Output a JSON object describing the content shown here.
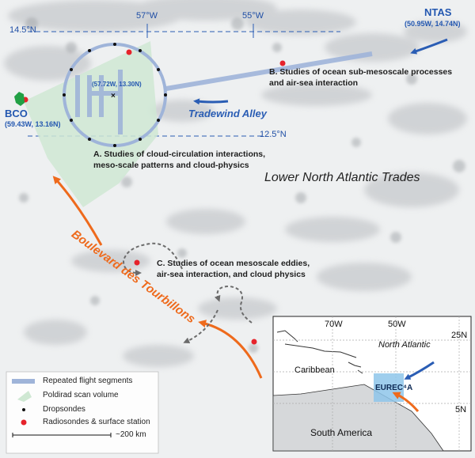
{
  "map": {
    "lat_labels": [
      "14.5°N",
      "12.5°N"
    ],
    "lon_labels": [
      "57°W",
      "55°W"
    ],
    "region_label": "Lower North Atlantic Trades",
    "route_tradewind": "Tradewind Alley",
    "route_boulevard": "Boulevard des Tourbillons",
    "circle_center_label": "(57.72W, 13.30N)"
  },
  "sites": {
    "bco": {
      "name": "BCO",
      "coord": "(59.43W, 13.16N)"
    },
    "ntas": {
      "name": "NTAS",
      "coord": "(50.95W, 14.74N)"
    }
  },
  "annotations": {
    "a_line1": "A. Studies of cloud-circulation interactions,",
    "a_line2": "meso-scale patterns and cloud-physics",
    "b_line1": "B. Studies of ocean sub-mesoscale processes",
    "b_line2": "and air-sea interaction",
    "c_line1": "C. Studies of ocean mesoscale eddies,",
    "c_line2": "air-sea interaction, and cloud physics"
  },
  "legend": {
    "items": [
      {
        "label": "Repeated flight segments",
        "icon": "flight-segment-line"
      },
      {
        "label": "Poldirad scan volume",
        "icon": "scan-volume-shape"
      },
      {
        "label": "Dropsondes",
        "icon": "dropsonde-dot"
      },
      {
        "label": "Radiosondes & surface station",
        "icon": "radiosonde-dot"
      }
    ],
    "scale": "~200 km"
  },
  "inset": {
    "lon_labels": [
      "70W",
      "50W"
    ],
    "lat_labels": [
      "25N",
      "5N"
    ],
    "north_atlantic": "North Atlantic",
    "caribbean": "Caribbean",
    "south_america": "South America",
    "eureca": "EUREC⁴A"
  },
  "colors": {
    "flight_blue": "#9fb4d9",
    "route_blue": "#2a5db4",
    "route_orange": "#ee6a1c",
    "scan_green": "#cfe8d3",
    "radiosonde_red": "#e6232b"
  }
}
